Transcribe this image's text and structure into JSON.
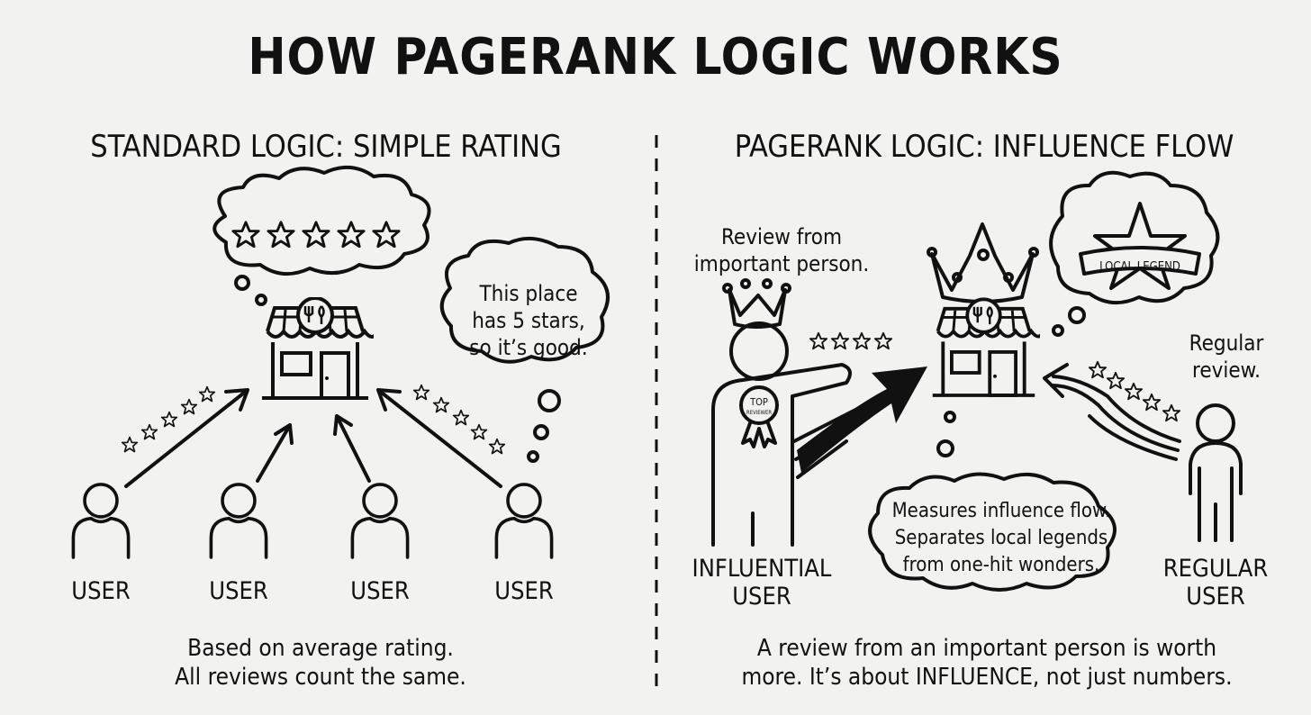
{
  "title": "HOW PAGERANK LOGIC WORKS",
  "left": {
    "heading": "STANDARD LOGIC: SIMPLE RATING",
    "thought_stars": 5,
    "speech": [
      "This place",
      "has 5 stars,",
      "so it’s good."
    ],
    "users": [
      "USER",
      "USER",
      "USER",
      "USER"
    ],
    "caption": [
      "Based on average rating.",
      "All reviews count the same."
    ]
  },
  "right": {
    "heading": "PAGERANK LOGIC: INFLUENCE FLOW",
    "influential_note": [
      "Review from",
      "important person."
    ],
    "badge": [
      "TOP",
      "REVIEWER"
    ],
    "banner": "LOCAL LEGEND",
    "regular_note": [
      "Regular",
      "review."
    ],
    "bubble": [
      "Measures influence flow.",
      "Separates local legends",
      "from one-hit wonders."
    ],
    "influential_label": [
      "INFLUENTIAL",
      "USER"
    ],
    "regular_label": [
      "REGULAR",
      "USER"
    ],
    "caption": [
      "A review from an important person is worth",
      "more. It’s about INFLUENCE, not just numbers."
    ]
  },
  "colors": {
    "background": "#f2f2f1",
    "ink": "#111111"
  }
}
